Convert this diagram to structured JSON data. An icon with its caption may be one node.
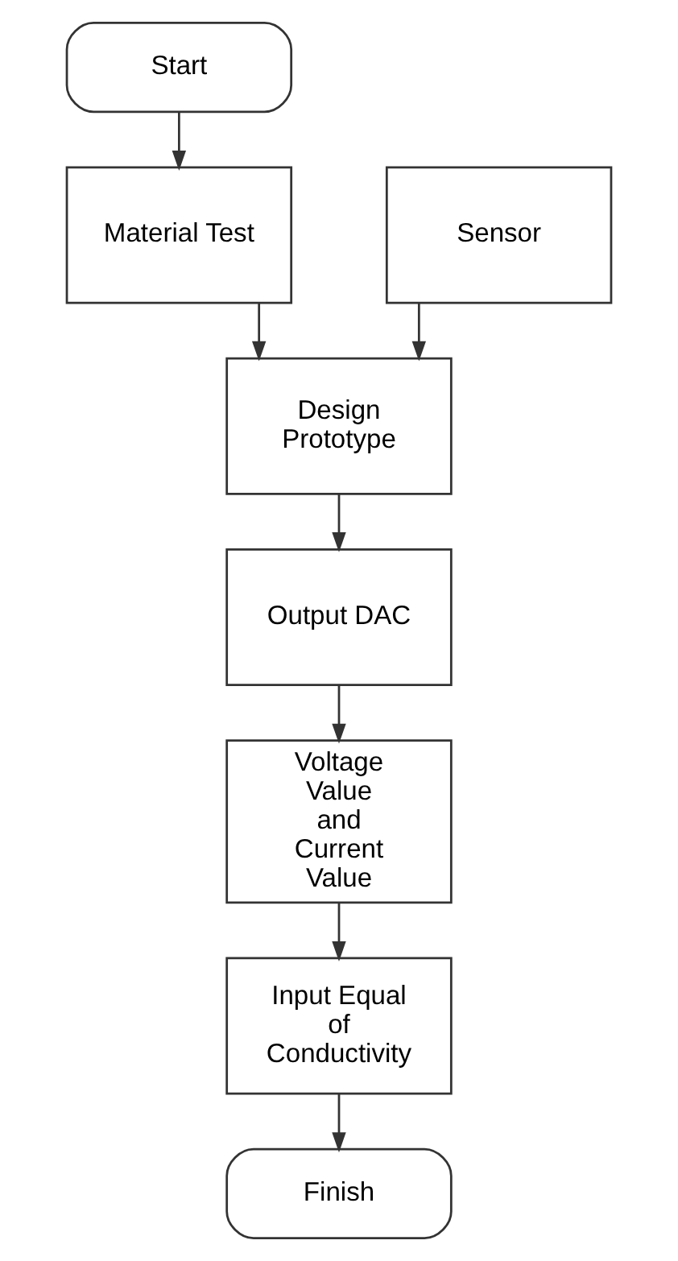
{
  "diagram": {
    "nodes": [
      {
        "text": [
          "Start"
        ]
      },
      {
        "text": [
          "Sensor"
        ]
      },
      {
        "text": [
          "Material Test"
        ]
      },
      {
        "text": [
          "Design Prototype"
        ]
      },
      {
        "text": [
          "Output DAC"
        ]
      },
      {
        "text": [
          "Voltage Value and Current Value"
        ]
      },
      {
        "text": [
          "Input Equal of Conductivity"
        ]
      },
      {
        "text": [
          "Finish"
        ]
      }
    ],
    "edges": [
      {
        "from": 0,
        "to": 2,
        "arrow": "to"
      },
      {
        "from": 2,
        "to": 3,
        "arrow": "to"
      },
      {
        "from": 1,
        "to": 3,
        "arrow": "to"
      },
      {
        "from": 3,
        "to": 4,
        "arrow": "to"
      },
      {
        "from": 4,
        "to": 5,
        "arrow": "to"
      },
      {
        "from": 5,
        "to": 6,
        "arrow": "to"
      },
      {
        "from": 6,
        "to": 7,
        "arrow": "to"
      }
    ]
  }
}
